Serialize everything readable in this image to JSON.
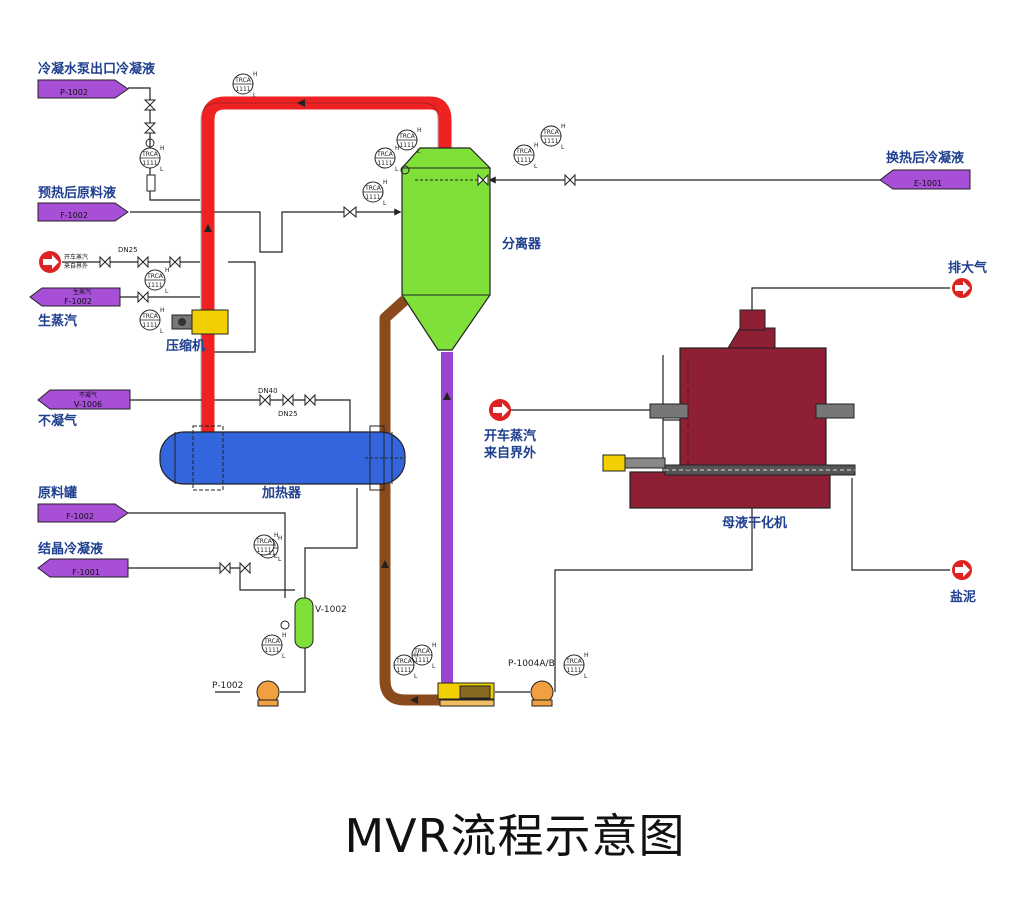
{
  "title": "MVR流程示意图",
  "labels": {
    "condensate_pump_outlet": "冷凝水泵出口冷凝液",
    "preheated_feed": "预热后原料液",
    "raw_steam": "生蒸汽",
    "compressor": "压缩机",
    "noncondensable": "不凝气",
    "feed_tank": "原料罐",
    "crystal_condensate": "结晶冷凝液",
    "separator": "分离器",
    "heater": "加热器",
    "exchanged_condensate": "换热后冷凝液",
    "vent": "排大气",
    "startup_steam_l1": "开车蒸汽",
    "startup_steam_l2": "来自界外",
    "dryer": "母液干化机",
    "salt_mud": "盐泥"
  },
  "arrow_tags": {
    "p1002": "P-1002",
    "f1002_a": "F-1002",
    "f1002_b": "F-1002",
    "v1006": "V-1006",
    "f1002_c": "F-1002",
    "f1001_a": "F-1001",
    "e1001": "E-1001",
    "raw_steam_small": "生蒸汽",
    "noncond_small": "不凝气",
    "startup_small_1": "开车蒸汽",
    "startup_small_2": "来自界外"
  },
  "equipment_tags": {
    "v1002": "V-1002",
    "p1002_pump": "P-1002",
    "p1004": "P-1004A/B",
    "dn25_top": "DN25",
    "dn25_mid": "DN25",
    "dn40": "DN40"
  },
  "instrument": {
    "trca": "TRCA",
    "num": "1111",
    "h": "H",
    "l": "L"
  },
  "colors": {
    "vapor_line": "#ee2222",
    "separator": "#7fe03a",
    "heater": "#3366dd",
    "circulation_up": "#9944cc",
    "return_line": "#8b4a1b",
    "dryer": "#8e1f35",
    "arrow_tag": "#a84fd8",
    "compressor": "#f0d000",
    "label": "#1f3f8f"
  }
}
